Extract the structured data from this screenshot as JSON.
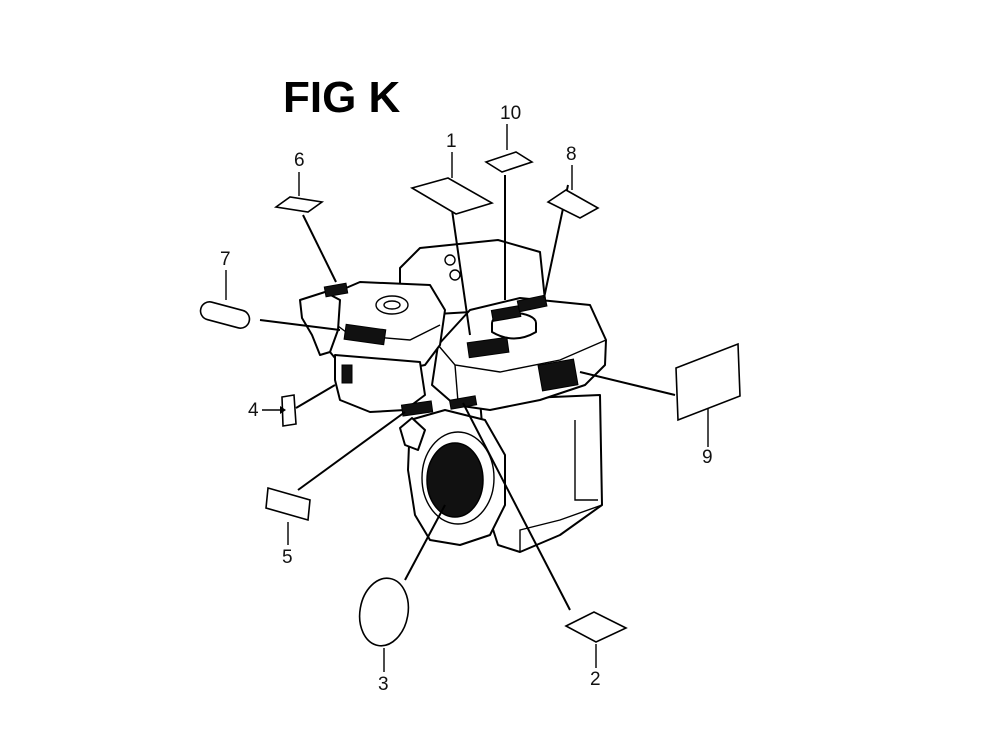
{
  "figure": {
    "title": "FIG K"
  },
  "callouts": [
    {
      "id": "1",
      "label": "1"
    },
    {
      "id": "2",
      "label": "2"
    },
    {
      "id": "3",
      "label": "3"
    },
    {
      "id": "4",
      "label": "4"
    },
    {
      "id": "5",
      "label": "5"
    },
    {
      "id": "6",
      "label": "6"
    },
    {
      "id": "7",
      "label": "7"
    },
    {
      "id": "8",
      "label": "8"
    },
    {
      "id": "9",
      "label": "9"
    },
    {
      "id": "10",
      "label": "10"
    }
  ],
  "icons": {
    "engine": "engine-illustration",
    "decal": "decal-label-shape"
  }
}
